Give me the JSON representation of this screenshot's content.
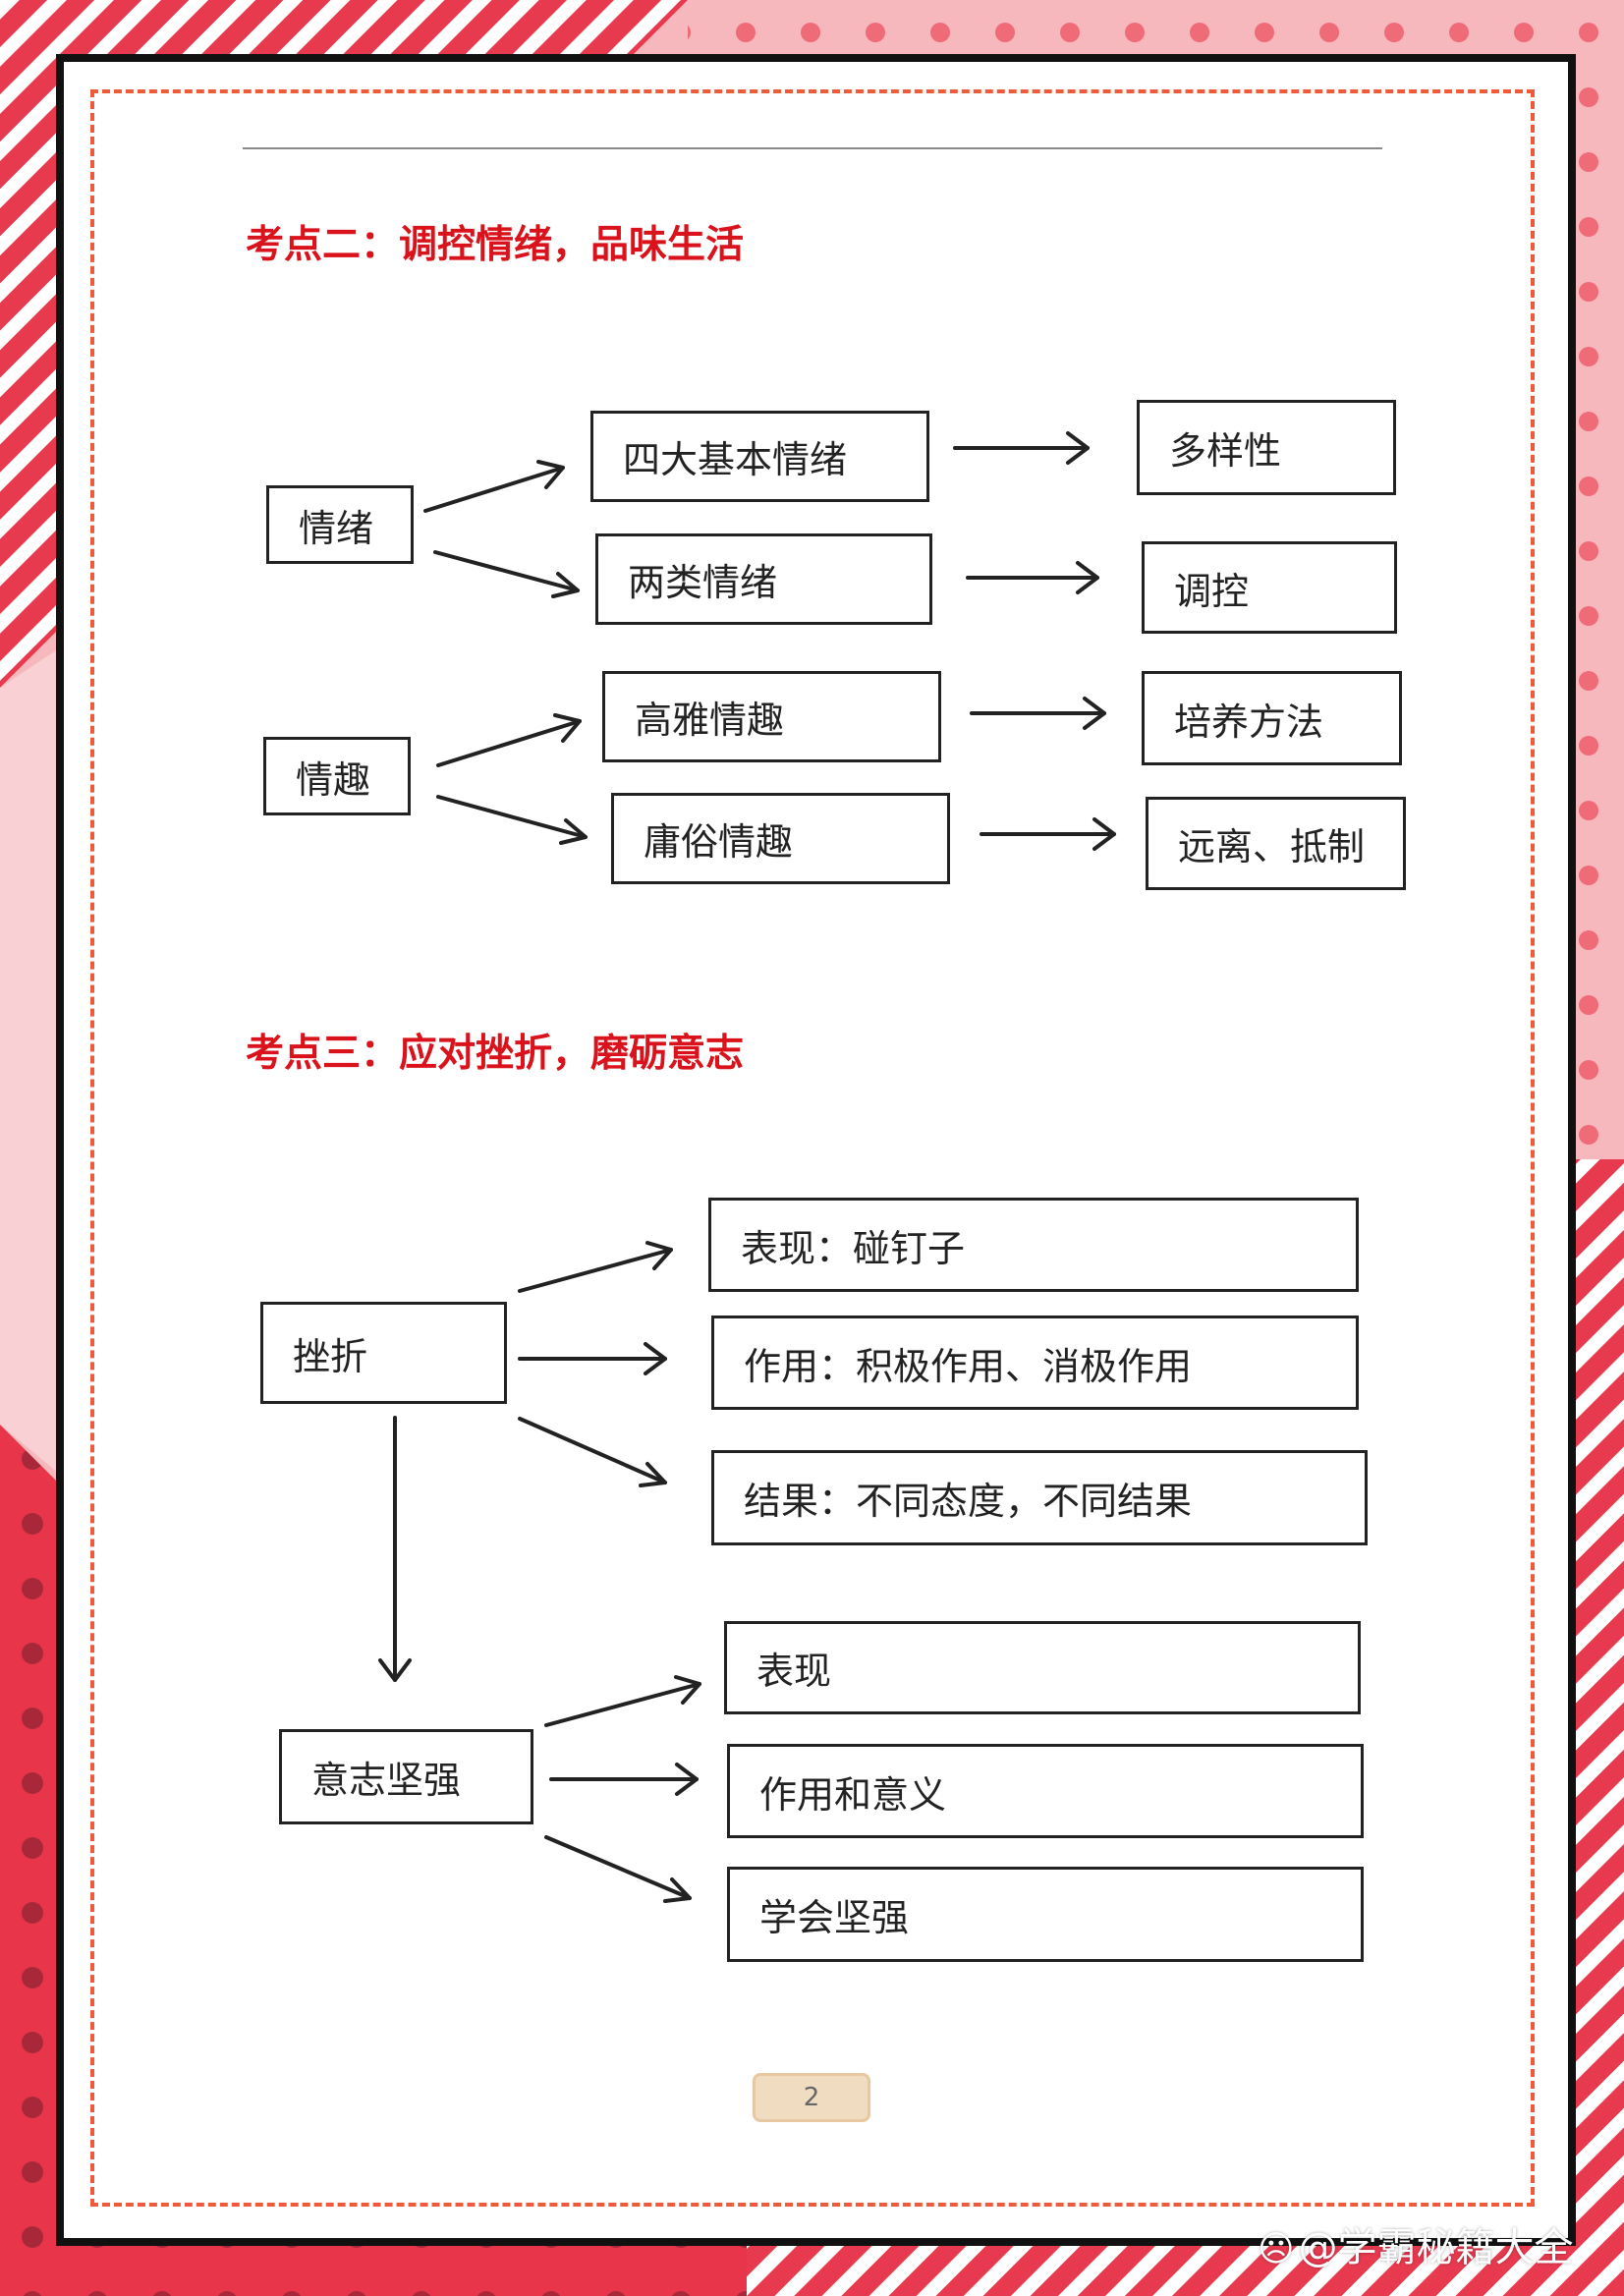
{
  "colors": {
    "title_red": "#d9121b",
    "dash_orange": "#ef5a3a",
    "stripe_red": "#e83a4f",
    "pink_light": "#f6b8bd",
    "dot_pink": "#f7a7ad",
    "border_black": "#111111"
  },
  "section2": {
    "title": "考点二：调控情绪，品味生活",
    "emotion": {
      "root": "情绪",
      "branches": [
        "四大基本情绪",
        "两类情绪"
      ],
      "results": [
        "多样性",
        "调控"
      ]
    },
    "interest": {
      "root": "情趣",
      "branches": [
        "高雅情趣",
        "庸俗情趣"
      ],
      "results": [
        "培养方法",
        "远离、抵制"
      ]
    }
  },
  "section3": {
    "title": "考点三：应对挫折，磨砺意志",
    "frustration": {
      "root": "挫折",
      "items": [
        "表现：碰钉子",
        "作用：积极作用、消极作用",
        "结果：不同态度，不同结果"
      ]
    },
    "will": {
      "root": "意志坚强",
      "items": [
        "表现",
        "作用和意义",
        "学会坚强"
      ]
    }
  },
  "page_number": "2",
  "watermark": {
    "icon": "weibo-icon",
    "text": "@学霸秘籍大全"
  }
}
